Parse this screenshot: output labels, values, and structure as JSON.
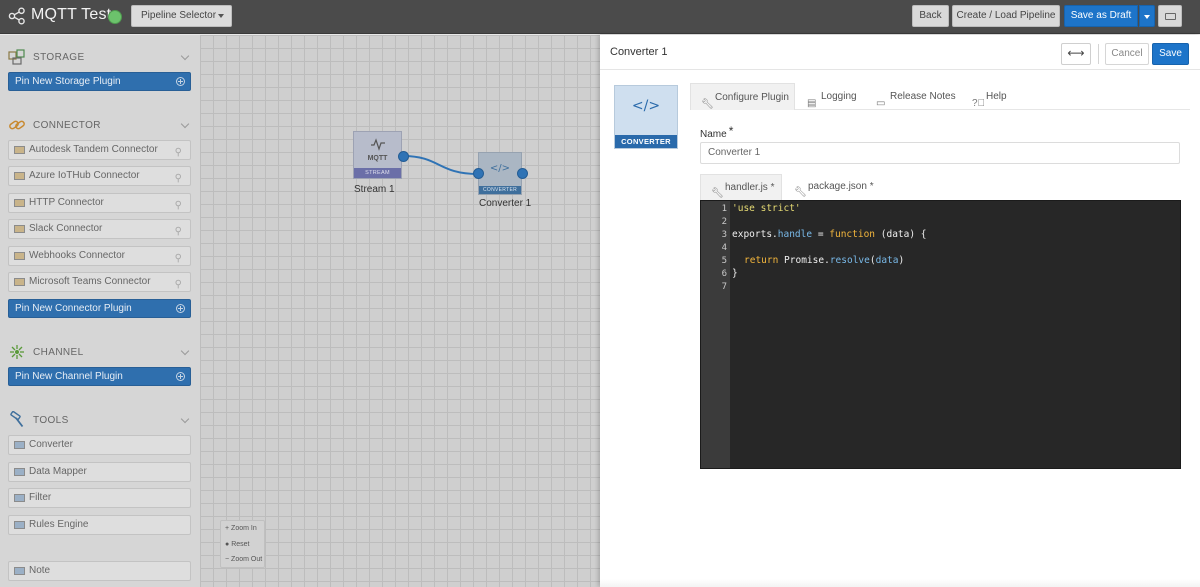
{
  "app": {
    "title": "MQTT Test",
    "pipeline_selector": "Pipeline Selector"
  },
  "toolbar": {
    "back": "Back",
    "create_load": "Create / Load Pipeline",
    "save_draft": "Save as Draft"
  },
  "sidebar": {
    "storage": {
      "label": "STORAGE",
      "pin": "Pin New Storage Plugin"
    },
    "connector": {
      "label": "CONNECTOR",
      "items": [
        "Autodesk Tandem Connector",
        "Azure IoTHub Connector",
        "HTTP Connector",
        "Slack Connector",
        "Webhooks Connector",
        "Microsoft Teams Connector"
      ],
      "pin": "Pin New Connector Plugin"
    },
    "channel": {
      "label": "CHANNEL",
      "pin": "Pin New Channel Plugin"
    },
    "tools": {
      "label": "TOOLS",
      "items": [
        "Converter",
        "Data Mapper",
        "Filter",
        "Rules Engine"
      ]
    },
    "note": "Note"
  },
  "canvas": {
    "nodes": [
      {
        "label": "MQTT",
        "band": "STREAM",
        "caption": "Stream 1"
      },
      {
        "label": "",
        "band": "CONVERTER",
        "caption": "Converter 1"
      }
    ],
    "zoom": {
      "in": "Zoom In",
      "reset": "Reset",
      "out": "Zoom Out"
    }
  },
  "panel": {
    "title": "Converter 1",
    "expand_glyph": "⟷",
    "cancel": "Cancel",
    "save": "Save",
    "thumbnail_band": "CONVERTER",
    "tabs": [
      "Configure Plugin",
      "Logging",
      "Release Notes",
      "Help"
    ],
    "name_label": "Name",
    "name_required": "*",
    "name_value": "Converter 1",
    "file_tabs": [
      "handler.js *",
      "package.json *"
    ],
    "code": {
      "line_numbers": [
        "1",
        "2",
        "3",
        "4",
        "5",
        "6",
        "7"
      ],
      "l1": "'use strict'",
      "l3a": "exports.",
      "l3b": "handle",
      "l3c": " = ",
      "l3d": "function",
      "l3e": " (data) {",
      "l5a": "return",
      "l5b": " Promise.",
      "l5c": "resolve",
      "l5d": "(",
      "l5e": "data",
      "l5f": ")",
      "l6": "}"
    }
  },
  "colors": {
    "accent": "#1d74c9",
    "topbar": "#4b4b4b",
    "editor_bg": "#272727"
  }
}
